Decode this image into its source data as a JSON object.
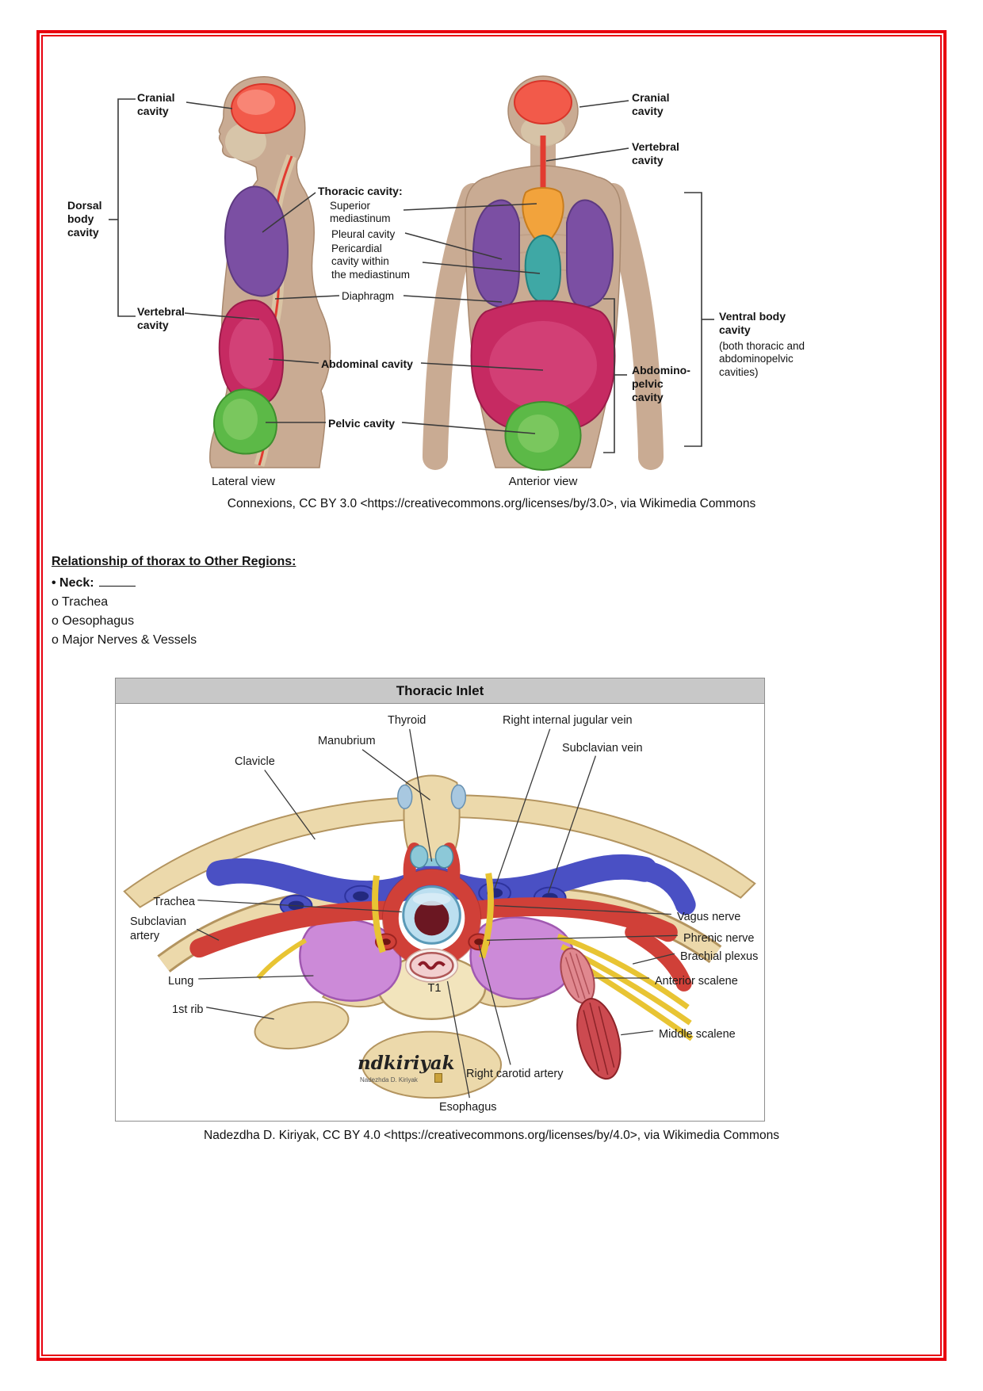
{
  "colors": {
    "frame-red": "#e8000e",
    "fig2-header-bg": "#c8c8c8",
    "body-tan": "#c9ab93",
    "body-tan-dark": "#a9896f",
    "brain-red": "#f25a4a",
    "brain-red-dark": "#d8352a",
    "cavity-purple": "#7b4fa3",
    "cavity-purple-dark": "#5d3a80",
    "cavity-crimson": "#c62a62",
    "cavity-crimson-light": "#dd5488",
    "cavity-green": "#5cb947",
    "cavity-green-dark": "#3e8f2e",
    "cavity-orange": "#f2a33c",
    "cavity-teal": "#3fa8a5",
    "spine-red": "#e23b30",
    "bone2": "#ecd9ab",
    "bone2-dark": "#b3945f",
    "vein-blue": "#4a50c4",
    "vein-blue-dark": "#2e339e",
    "artery-red": "#d04038",
    "artery-red-dark": "#9c2320",
    "nerve-yellow": "#e8c433",
    "nerve-yellow-dark": "#b8941f",
    "lung-pink": "#cc8ad8",
    "lung-pink-dark": "#a058b0",
    "muscle-pink": "#e0888f",
    "muscle-red": "#cc4a50",
    "trachea-blue": "#bcdff0",
    "trachea-lumen": "#6b1722"
  },
  "figure1": {
    "labels": {
      "cranial_left": "Cranial\ncavity",
      "dorsal": "Dorsal\nbody\ncavity",
      "vertebral_left": "Vertebral\ncavity",
      "thoracic_title": "Thoracic cavity:",
      "superior_mediastinum": "Superior\nmediastinum",
      "pleural": "Pleural cavity",
      "pericardial": "Pericardial\ncavity within\nthe mediastinum",
      "diaphragm": "Diaphragm",
      "abdominal": "Abdominal cavity",
      "pelvic": "Pelvic cavity",
      "cranial_right": "Cranial\ncavity",
      "vertebral_right": "Vertebral\ncavity",
      "ventral_title": "Ventral body\ncavity",
      "ventral_sub": "(both thoracic and\nabdominopelvic\ncavities)",
      "abdominopelvic": "Abdomino-\npelvic\ncavity",
      "lateral_view": "Lateral view",
      "anterior_view": "Anterior view"
    },
    "attribution": "Connexions, CC BY 3.0 <https://creativecommons.org/licenses/by/3.0>, via Wikimedia Commons"
  },
  "notes": {
    "heading": "Relationship of thorax to Other Regions:",
    "bullet_neck": "• Neck:",
    "items": [
      "o Trachea",
      "o Oesophagus",
      "o Major Nerves & Vessels"
    ]
  },
  "figure2": {
    "title": "Thoracic Inlet",
    "labels": {
      "thyroid": "Thyroid",
      "manubrium": "Manubrium",
      "clavicle": "Clavicle",
      "right_internal_jugular_vein": "Right internal jugular vein",
      "subclavian_vein": "Subclavian vein",
      "trachea": "Trachea",
      "subclavian_artery": "Subclavian\nartery",
      "lung": "Lung",
      "first_rib": "1st rib",
      "vagus_nerve": "Vagus nerve",
      "phrenic_nerve": "Phrenic nerve",
      "brachial_plexus": "Brachial plexus",
      "anterior_scalene": "Anterior scalene",
      "middle_scalene": "Middle scalene",
      "right_carotid_artery": "Right carotid artery",
      "esophagus": "Esophagus",
      "t1": "T1"
    },
    "signature": "ndkiriyak",
    "signature_name": "Nadezhda D. Kiriyak",
    "attribution": "Nadezdha D. Kiriyak, CC BY 4.0 <https://creativecommons.org/licenses/by/4.0>, via Wikimedia Commons"
  }
}
